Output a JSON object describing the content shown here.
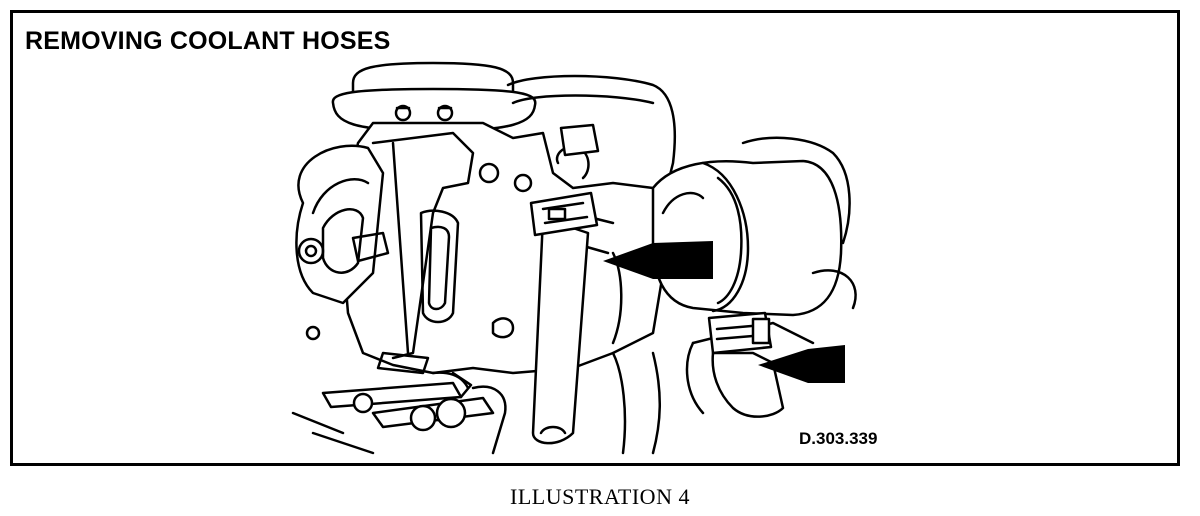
{
  "figure": {
    "title": "REMOVING COOLANT HOSES",
    "reference": "D.303.339",
    "caption": "ILLUSTRATION 4"
  }
}
